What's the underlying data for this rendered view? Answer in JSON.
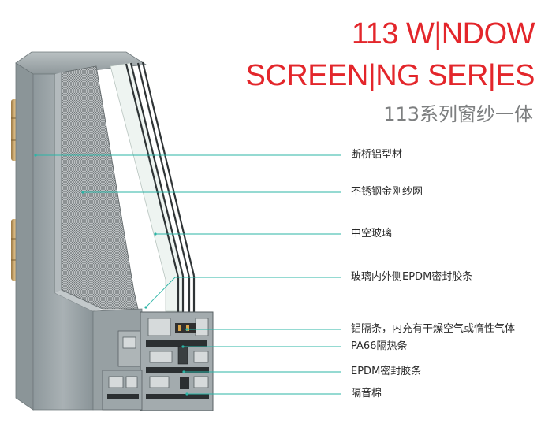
{
  "title": {
    "line1": "113 W|NDOW",
    "line2": "SCREEN|NG SER|ES",
    "subtitle": "113系列窗纱一体"
  },
  "colors": {
    "title": "#e3262b",
    "subtitle": "#7d7f80",
    "leader_line": "#2bb5a6",
    "frame": "#9aa4a8",
    "hinge": "#c8a26a",
    "glass": "#eaf2ef"
  },
  "callouts": [
    {
      "label": "断桥铝型材"
    },
    {
      "label": "不锈钢金刚纱网"
    },
    {
      "label": "中空玻璃"
    },
    {
      "label": "玻璃内外侧EPDM密封胶条"
    },
    {
      "label": "铝隔条，内充有干燥空气或惰性气体"
    },
    {
      "label": "PA66隔热条"
    },
    {
      "label": "EPDM密封胶条"
    },
    {
      "label": "隔音棉"
    }
  ]
}
